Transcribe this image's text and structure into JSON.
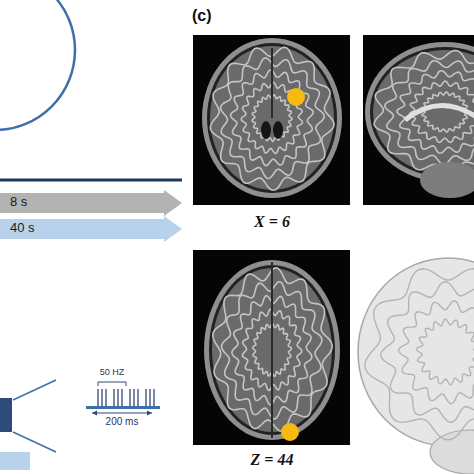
{
  "diagram": {
    "nodes": [
      {
        "text": [
          "8 s"
        ]
      },
      {
        "text": [
          "40 s"
        ]
      },
      {
        "text": [
          "50 HZ",
          "200 ms"
        ]
      }
    ],
    "labels": [
      "(c)",
      "X = 6",
      "Z = 44"
    ]
  }
}
